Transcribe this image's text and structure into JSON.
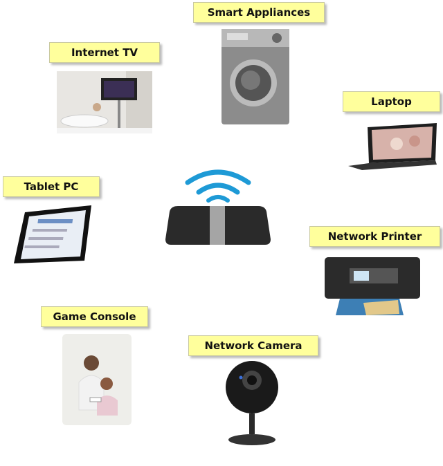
{
  "labels": {
    "smart_appliances": "Smart Appliances",
    "internet_tv": "Internet TV",
    "laptop": "Laptop",
    "tablet_pc": "Tablet PC",
    "network_printer": "Network Printer",
    "game_console": "Game Console",
    "network_camera": "Network Camera"
  },
  "colors": {
    "label_bg": "#ffff9c",
    "wifi": "#1e9ad6",
    "router": "#2a2a2a"
  }
}
